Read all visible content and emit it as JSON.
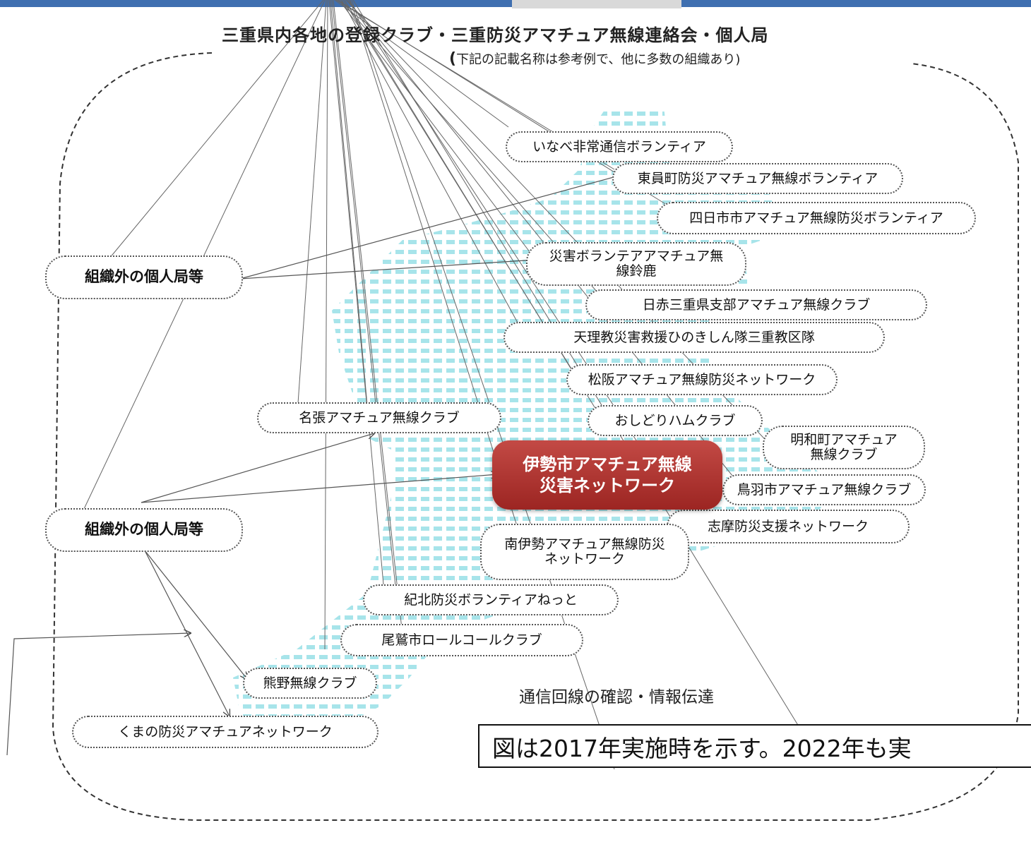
{
  "title": "三重県内各地の登録クラブ・三重防災アマチュア無線連絡会・個人局",
  "subtitle_paren_open": "(",
  "subtitle": "下記の記載名称は参考例で、他に多数の組織あり)",
  "center_node": {
    "line1": "伊勢市アマチュア無線",
    "line2": "災害ネットワーク",
    "color": "#b0332f"
  },
  "individual_stations": [
    {
      "label": "組織外の個人局等"
    },
    {
      "label": "組織外の個人局等"
    }
  ],
  "organizations": [
    {
      "label": "いなべ非常通信ボランティア"
    },
    {
      "label": "東員町防災アマチュア無線ボランティア"
    },
    {
      "label": "四日市市アマチュア無線防災ボランティア"
    },
    {
      "label": "災害ボランテアアマチュア無線鈴鹿"
    },
    {
      "label": "日赤三重県支部アマチュア無線クラブ"
    },
    {
      "label": "天理教災害救援ひのきしん隊三重教区隊"
    },
    {
      "label": "松阪アマチュア無線防災ネットワーク"
    },
    {
      "label": "名張アマチュア無線クラブ"
    },
    {
      "label": "おしどりハムクラブ"
    },
    {
      "label": "明和町アマチュア無線クラブ"
    },
    {
      "label": "鳥羽市アマチュア無線クラブ"
    },
    {
      "label": "志摩防災支援ネットワーク"
    },
    {
      "label": "南伊勢アマチュア無線防災ネットワーク"
    },
    {
      "label": "紀北防災ボランティアねっと"
    },
    {
      "label": "尾鷲市ロールコールクラブ"
    },
    {
      "label": "熊野無線クラブ"
    },
    {
      "label": "くまの防災アマチュアネットワーク"
    }
  ],
  "comm_label": "通信回線の確認・情報伝達",
  "note": "図は2017年実施時を示す。2022年も実"
}
